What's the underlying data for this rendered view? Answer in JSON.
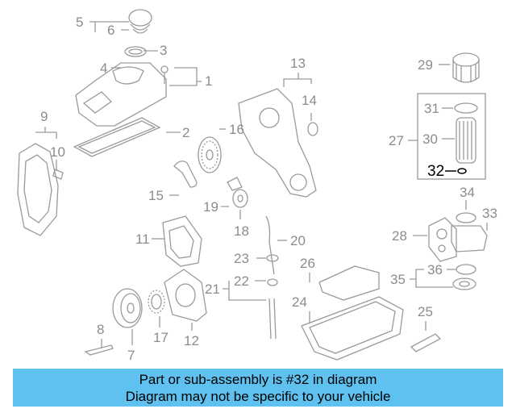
{
  "diagram": {
    "labels": {
      "p1": "1",
      "p2": "2",
      "p3": "3",
      "p4": "4",
      "p5": "5",
      "p6": "6",
      "p7": "7",
      "p8": "8",
      "p9": "9",
      "p10": "10",
      "p11": "11",
      "p12": "12",
      "p13": "13",
      "p14": "14",
      "p15": "15",
      "p16": "16",
      "p17": "17",
      "p18": "18",
      "p19": "19",
      "p20": "20",
      "p21": "21",
      "p22": "22",
      "p23": "23",
      "p24": "24",
      "p25": "25",
      "p26": "26",
      "p27": "27",
      "p28": "28",
      "p29": "29",
      "p30": "30",
      "p31": "31",
      "p32": "32",
      "p33": "33",
      "p34": "34",
      "p35": "35",
      "p36": "36"
    },
    "highlighted_part": "32"
  },
  "banner": {
    "line1": "Part or sub-assembly is #32 in diagram",
    "line2": "Diagram may not be specific to your vehicle",
    "color": "#5ec1ef"
  }
}
